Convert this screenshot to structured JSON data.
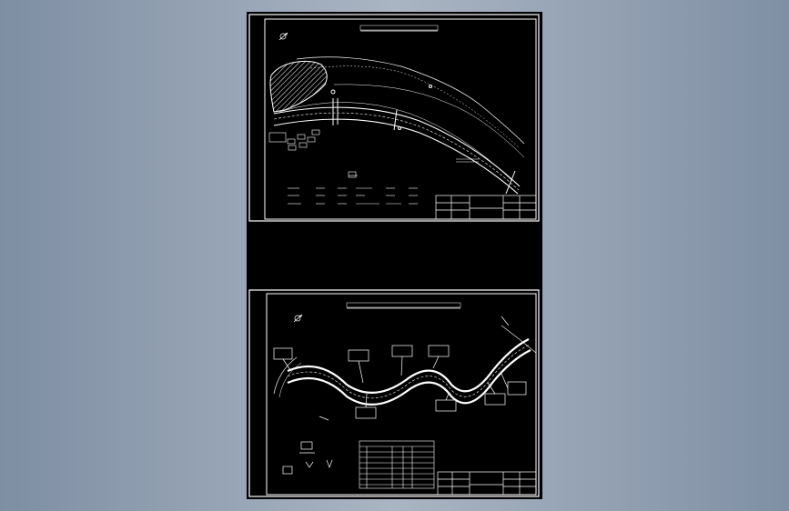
{
  "viewer": {
    "background_color": "#8e9cb0",
    "sheet_color": "#000000",
    "line_color": "#ffffff"
  },
  "drawings": [
    {
      "id": "drawing-top",
      "title": "",
      "north_arrow": "north-arrow-icon",
      "hatch_area": "hatched-region"
    },
    {
      "id": "drawing-bottom",
      "title": "",
      "north_arrow": "north-arrow-icon",
      "table": "legend-table"
    }
  ]
}
